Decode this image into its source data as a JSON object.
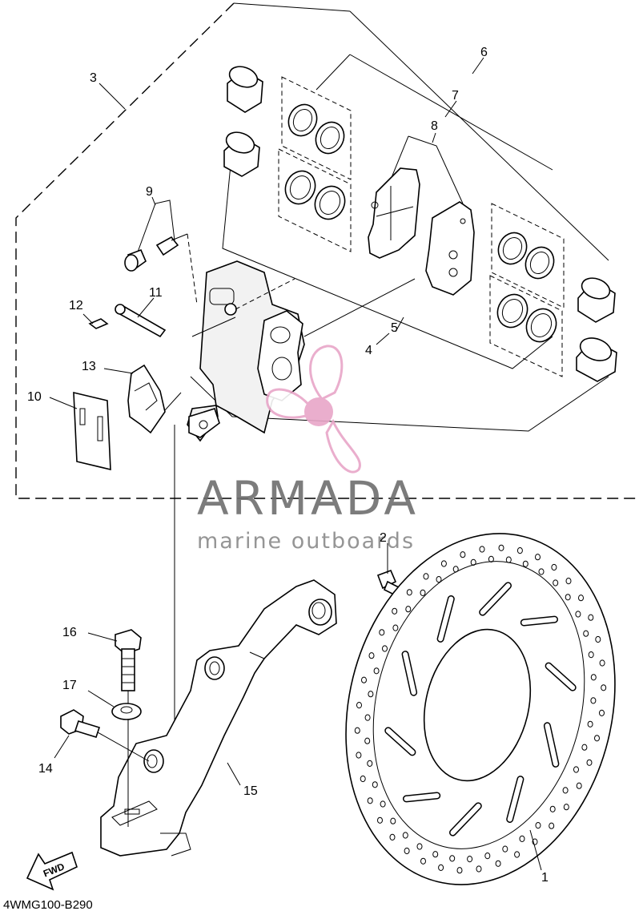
{
  "callouts": {
    "c1": "1",
    "c2": "2",
    "c3": "3",
    "c4": "4",
    "c5": "5",
    "c6": "6",
    "c7": "7",
    "c8": "8",
    "c9": "9",
    "c10": "10",
    "c11": "11",
    "c12": "12",
    "c13": "13",
    "c14": "14",
    "c15": "15",
    "c16": "16",
    "c17": "17"
  },
  "watermark": {
    "brand": "ARMADA",
    "tagline": "marine outboards",
    "logo_color": "#e8a6c8",
    "text_color": "#6e6e6e"
  },
  "direction_label": "FWD",
  "diagram_code": "4WMG100-B290"
}
